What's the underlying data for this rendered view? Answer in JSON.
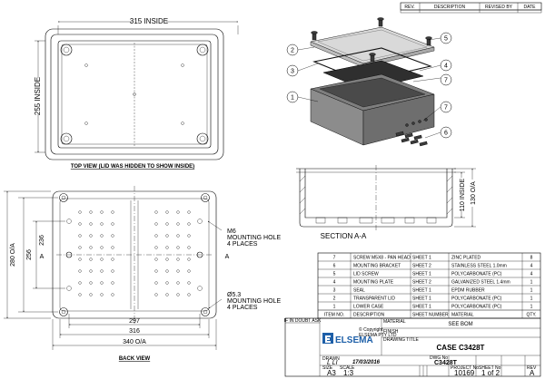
{
  "revision_table": {
    "headers": [
      "REV.",
      "DESCRIPTION",
      "REVISED BY",
      "DATE"
    ]
  },
  "top_view": {
    "dim_width": "315 INSIDE",
    "dim_height": "255 INSIDE",
    "caption": "TOP VIEW (LID WAS HIDDEN TO SHOW INSIDE)"
  },
  "back_view": {
    "dim_297": "297",
    "dim_316": "316",
    "dim_340": "340 O/A",
    "dim_280": "280 O/A",
    "dim_256": "256",
    "dim_236": "236",
    "section_mark": "A",
    "note_m6": [
      "M6",
      "MOUNTING HOLE",
      "4 PLACES"
    ],
    "note_53": [
      "Ø5.3",
      "MOUNTING HOLE",
      "4 PLACES"
    ],
    "caption": "BACK VIEW"
  },
  "section_view": {
    "dim_110": "110 INSIDE",
    "dim_130": "130 O/A",
    "caption": "SECTION A-A"
  },
  "balloons": [
    "1",
    "2",
    "3",
    "4",
    "5",
    "6",
    "7",
    "7"
  ],
  "parts_list": {
    "rows": [
      [
        "7",
        "SCREW M5X8 - PAN HEAD",
        "SHEET 1",
        "ZINC PLATED",
        "8"
      ],
      [
        "6",
        "MOUNTING BRACKET",
        "SHEET 2",
        "STAINLESS STEEL 1.0mm",
        "4"
      ],
      [
        "5",
        "LID SCREW",
        "SHEET 1",
        "POLYCARBONATE (PC)",
        "4"
      ],
      [
        "4",
        "MOUNTING PLATE",
        "SHEET 2",
        "GALVANIZED STEEL 1.4mm",
        "1"
      ],
      [
        "3",
        "SEAL",
        "SHEET 1",
        "EPDM RUBBER",
        "1"
      ],
      [
        "2",
        "TRANSPARENT LID",
        "SHEET 1",
        "POLYCARBONATE (PC)",
        "1"
      ],
      [
        "1",
        "LOWER CASE",
        "SHEET 1",
        "POLYCARBONATE (PC)",
        "1"
      ]
    ],
    "headers": [
      "ITEM NO.",
      "DESCRIPTION",
      "SHEET NUMBER",
      "MATERIAL",
      "QTY."
    ]
  },
  "title_block": {
    "doubt": "IF IN DOUBT ASK",
    "logo": "ELSEMA",
    "copyright": "© Copyright",
    "company": "ELSEMA PTY LTD",
    "material_label": "MATERIAL",
    "material_value": "SEE BOM",
    "finish_label": "FINISH",
    "drawing_title_label": "DRAWING TITLE",
    "drawing_title": "CASE C3428T",
    "drawn_label": "DRAWN",
    "drawn_by": "L LI",
    "date": "17/03/2016",
    "size_label": "SIZE",
    "size": "A3",
    "scale_label": "SCALE",
    "scale": "1:3",
    "dwg_no_label": "DWG No",
    "dwg_no": "C3428T",
    "project_label": "PROJECT No",
    "project_no": "10169",
    "sheet_label": "SHEET No",
    "sheet": "1 of 2",
    "rev_label": "REV",
    "rev": "A"
  }
}
